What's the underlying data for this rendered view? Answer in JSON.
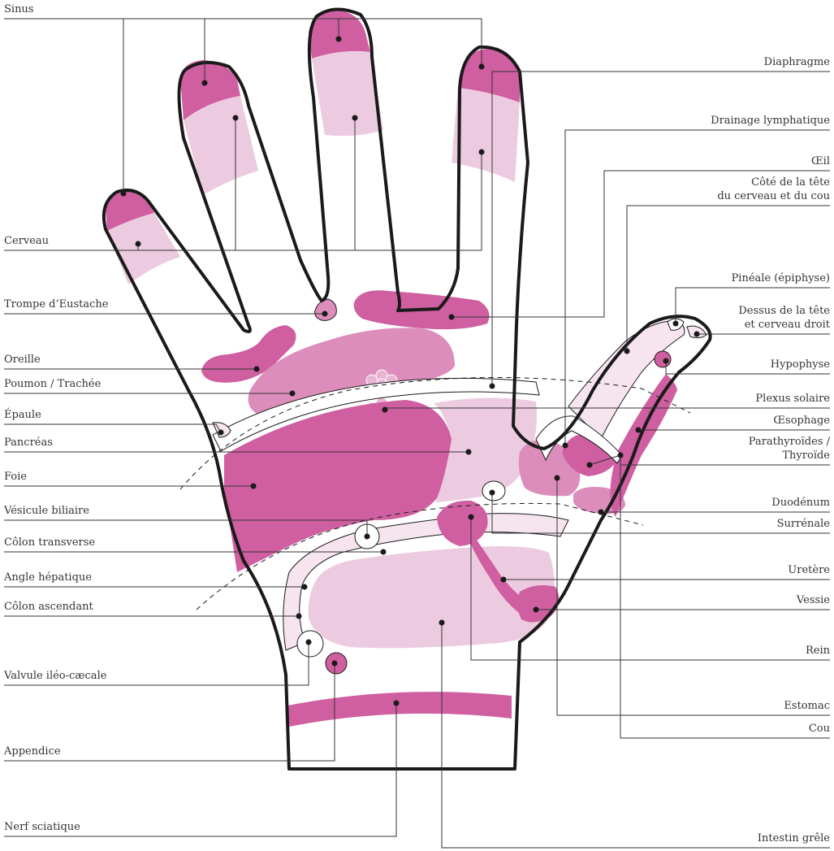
{
  "colors": {
    "dark": "#cf5fa0",
    "medium": "#dc8dbb",
    "light": "#eccbe0",
    "pale": "#f6e4ef",
    "outline": "#1a1a1a",
    "line": "#333333"
  },
  "labels_left": {
    "sinus": "Sinus",
    "cerveau": "Cerveau",
    "trompe": "Trompe d’Eustache",
    "oreille": "Oreille",
    "poumon": "Poumon / Trachée",
    "epaule": "Épaule",
    "pancreas": "Pancréas",
    "foie": "Foie",
    "vesicule": "Vésicule biliaire",
    "colon_transverse": "Côlon transverse",
    "angle_hepatique": "Angle hépatique",
    "colon_ascendant": "Côlon ascendant",
    "valvule": "Valvule iléo-cæcale",
    "appendice": "Appendice",
    "nerf": "Nerf sciatique"
  },
  "labels_right": {
    "diaphragme": "Diaphragme",
    "drainage": "Drainage lymphatique",
    "oeil": "Œil",
    "cote_tete_1": "Côté de la tête",
    "cote_tete_2": "du cerveau et du cou",
    "pineale": "Pinéale (épiphyse)",
    "dessus_1": "Dessus de la tête",
    "dessus_2": "et cerveau droit",
    "hypophyse": "Hypophyse",
    "plexus": "Plexus solaire",
    "oesophage": "Œsophage",
    "parathyroides_1": "Parathyroïdes /",
    "parathyroides_2": "Thyroïde",
    "duodenum": "Duodénum",
    "surrenale": "Surrénale",
    "uretere": "Uretère",
    "vessie": "Vessie",
    "rein": "Rein",
    "estomac": "Estomac",
    "cou": "Cou",
    "intestin": "Intestin grêle"
  }
}
